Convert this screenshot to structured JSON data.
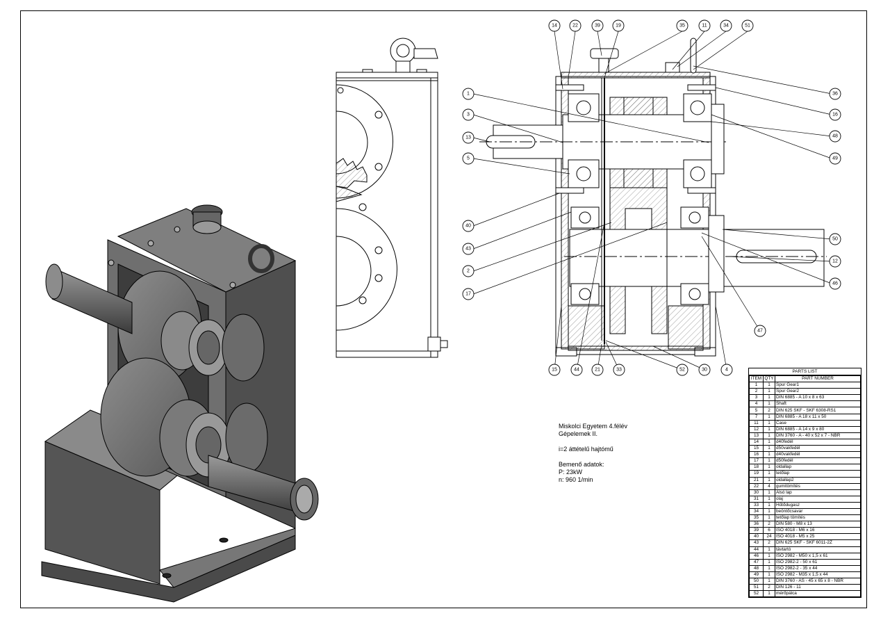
{
  "notes": {
    "line1": "Miskolci Egyetem 4.félév",
    "line2": "Gépelemek II.",
    "line3": "i=2 áttételű hajtómű",
    "line4": "Bemenő adatok:",
    "line5": "P: 23kW",
    "line6": "n: 960 1/min"
  },
  "parts_list": {
    "title": "PARTS LIST",
    "headers": [
      "ITEM",
      "QTY",
      "PART NUMBER"
    ],
    "rows": [
      [
        "1",
        "1",
        "Spur Gear1"
      ],
      [
        "2",
        "1",
        "Spur Gear2"
      ],
      [
        "3",
        "1",
        "DIN 6885 - A 10 x 8 x 63"
      ],
      [
        "4",
        "1",
        "Shaft"
      ],
      [
        "5",
        "2",
        "DIN 625 SKF - SKF 6308-RS1"
      ],
      [
        "7",
        "1",
        "DIN 6885 - A 18 x 11 x 50"
      ],
      [
        "11",
        "1",
        "Case"
      ],
      [
        "12",
        "1",
        "DIN 6885 - A 14 x 9 x 80"
      ],
      [
        "13",
        "1",
        "DIN 3760 - A - 40 x 52 x 7 - NBR"
      ],
      [
        "14",
        "1",
        "d40fedél"
      ],
      [
        "15",
        "1",
        "d50vakfedél"
      ],
      [
        "16",
        "1",
        "d40vakfedél"
      ],
      [
        "17",
        "1",
        "d50fedél"
      ],
      [
        "18",
        "1",
        "oldallap"
      ],
      [
        "19",
        "1",
        "tetőlap"
      ],
      [
        "21",
        "1",
        "oldallap2"
      ],
      [
        "22",
        "4",
        "gumitömítés"
      ],
      [
        "30",
        "1",
        "Alsó lap"
      ],
      [
        "31",
        "1",
        "olaj"
      ],
      [
        "33",
        "1",
        "Hűtődugasz"
      ],
      [
        "34",
        "1",
        "beöntőcsavar"
      ],
      [
        "35",
        "1",
        "tetőlap tömítés"
      ],
      [
        "36",
        "2",
        "DIN 580 - M8 x 13"
      ],
      [
        "39",
        "6",
        "ISO 4018 - M6 x 16"
      ],
      [
        "40",
        "24",
        "ISO 4018 - M5 x 25"
      ],
      [
        "43",
        "2",
        "DIN 625 SKF - SKF 6011-2Z"
      ],
      [
        "44",
        "1",
        "távtartó"
      ],
      [
        "46",
        "1",
        "ISO 2982 - M50 x 1,5 x 61"
      ],
      [
        "47",
        "1",
        "ISO 2982-2 - 50 x 61"
      ],
      [
        "48",
        "1",
        "ISO 2982-2 - 35 x 44"
      ],
      [
        "49",
        "1",
        "ISO 2982 - M35 x 1,5 x 44"
      ],
      [
        "50",
        "1",
        "DIN 3760 - AS - 45 x 65 x 8 - NBR"
      ],
      [
        "51",
        "2",
        "DIN 126 - 11"
      ],
      [
        "52",
        "1",
        "mérőpálca"
      ]
    ]
  },
  "balloons": {
    "top": [
      "14",
      "22",
      "39",
      "19",
      "35",
      "11",
      "34",
      "51"
    ],
    "left": [
      "1",
      "3",
      "13",
      "5",
      "40",
      "43",
      "2",
      "17"
    ],
    "right": [
      "36",
      "16",
      "48",
      "49",
      "50",
      "12",
      "46",
      "47"
    ],
    "bottom": [
      "15",
      "44",
      "21",
      "33",
      "52",
      "30",
      "4"
    ]
  }
}
